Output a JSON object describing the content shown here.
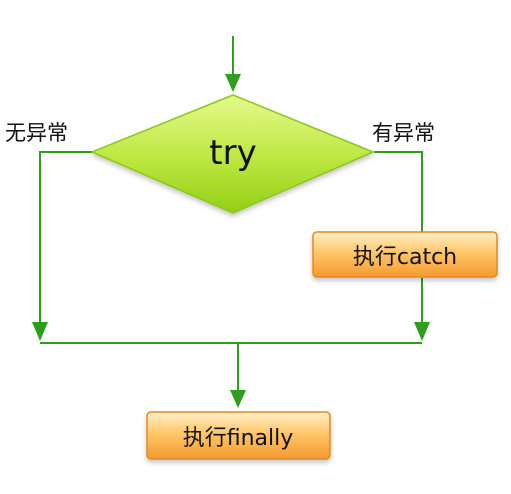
{
  "diagram": {
    "decision": {
      "label": "try"
    },
    "branch_left": {
      "label": "无异常"
    },
    "branch_right": {
      "label": "有异常"
    },
    "catch_box": {
      "label": "执行catch"
    },
    "finally_box": {
      "label": "执行finally"
    }
  },
  "colors": {
    "line": "#2f9e1f",
    "diamond_fill_top": "#d9f57a",
    "diamond_fill_bottom": "#9ed81c",
    "diamond_stroke": "#8cc81c",
    "box_fill_top": "#ffe3a8",
    "box_fill_bottom": "#f7a53c",
    "box_stroke": "#e08a22"
  }
}
